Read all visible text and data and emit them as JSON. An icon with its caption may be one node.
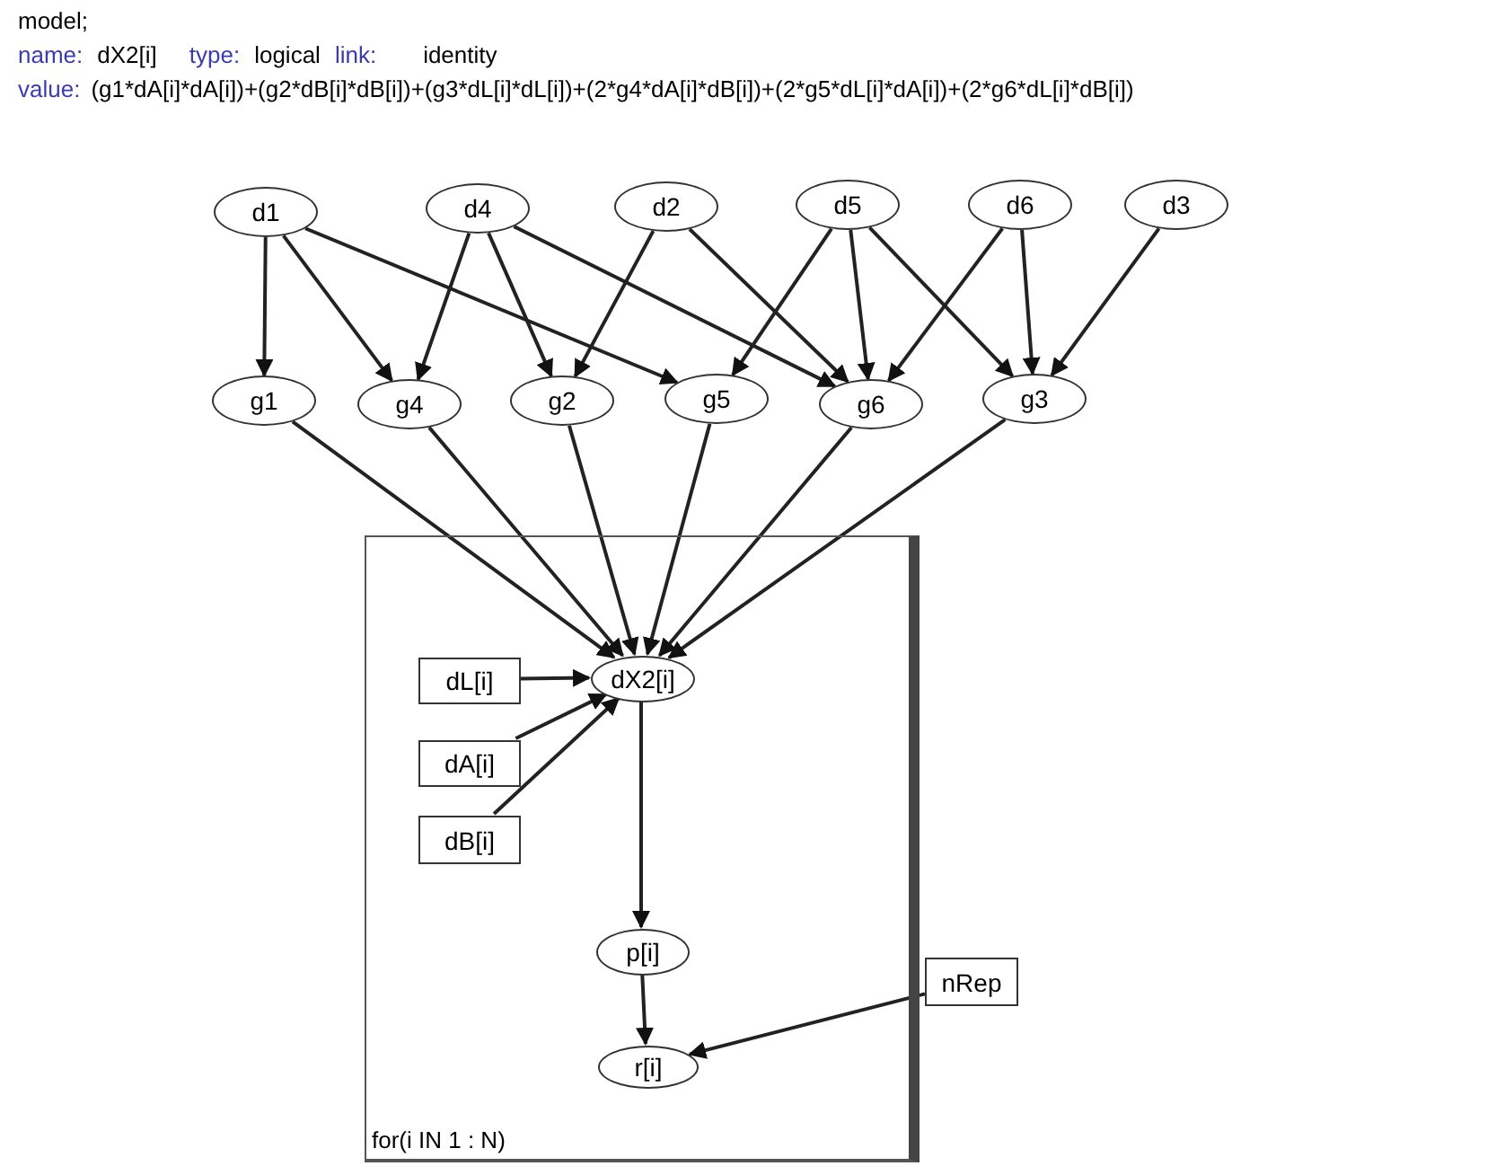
{
  "diagram": {
    "nodes": [
      {
        "text": [
          "d1"
        ]
      },
      {
        "text": [
          "d4"
        ]
      },
      {
        "text": [
          "d2"
        ]
      },
      {
        "text": [
          "d5"
        ]
      },
      {
        "text": [
          "d6"
        ]
      },
      {
        "text": [
          "d3"
        ]
      },
      {
        "text": [
          "g1"
        ]
      },
      {
        "text": [
          "g4"
        ]
      },
      {
        "text": [
          "g2"
        ]
      },
      {
        "text": [
          "g5"
        ]
      },
      {
        "text": [
          "g6"
        ]
      },
      {
        "text": [
          "g3"
        ]
      },
      {
        "text": [
          "for(i IN 1 : N)"
        ]
      },
      {
        "text": [
          "dX2[i]"
        ],
        "in": 12
      },
      {
        "text": [
          "dL[i]"
        ],
        "in": 12
      },
      {
        "text": [
          "dA[i]"
        ],
        "in": 12
      },
      {
        "text": [
          "dB[i]"
        ],
        "in": 12
      },
      {
        "text": [
          "p[i]"
        ],
        "in": 12
      },
      {
        "text": [
          "r[i]"
        ],
        "in": 12
      },
      {
        "text": [
          "nRep"
        ]
      }
    ],
    "edges": [
      {
        "from": 0,
        "to": 6,
        "arrow": "to"
      },
      {
        "from": 0,
        "to": 7,
        "arrow": "to"
      },
      {
        "from": 0,
        "to": 9,
        "arrow": "to"
      },
      {
        "from": 1,
        "to": 7,
        "arrow": "to"
      },
      {
        "from": 1,
        "to": 8,
        "arrow": "to"
      },
      {
        "from": 1,
        "to": 10,
        "arrow": "to"
      },
      {
        "from": 2,
        "to": 8,
        "arrow": "to"
      },
      {
        "from": 2,
        "to": 10,
        "arrow": "to"
      },
      {
        "from": 3,
        "to": 9,
        "arrow": "to"
      },
      {
        "from": 3,
        "to": 10,
        "arrow": "to"
      },
      {
        "from": 3,
        "to": 11,
        "arrow": "to"
      },
      {
        "from": 4,
        "to": 10,
        "arrow": "to"
      },
      {
        "from": 4,
        "to": 11,
        "arrow": "to"
      },
      {
        "from": 5,
        "to": 11,
        "arrow": "to"
      },
      {
        "from": 6,
        "to": 13,
        "arrow": "to"
      },
      {
        "from": 7,
        "to": 13,
        "arrow": "to"
      },
      {
        "from": 8,
        "to": 13,
        "arrow": "to"
      },
      {
        "from": 9,
        "to": 13,
        "arrow": "to"
      },
      {
        "from": 10,
        "to": 13,
        "arrow": "to"
      },
      {
        "from": 11,
        "to": 13,
        "arrow": "to"
      },
      {
        "from": 14,
        "to": 13,
        "arrow": "to"
      },
      {
        "from": 15,
        "to": 13,
        "arrow": "to"
      },
      {
        "from": 16,
        "to": 13,
        "arrow": "to"
      },
      {
        "from": 13,
        "to": 17,
        "arrow": "to"
      },
      {
        "from": 17,
        "to": 18,
        "arrow": "to"
      },
      {
        "from": 19,
        "to": 18,
        "arrow": "to"
      }
    ],
    "labels": [
      "model;",
      "name:",
      "dX2[i]",
      "type:",
      "logical",
      "link:",
      "identity",
      "value:",
      "(g1*dA[i]*dA[i])+(g2*dB[i]*dB[i])+(g3*dL[i]*dL[i])+(2*g4*dA[i]*dB[i])+(2*g5*dL[i]*dA[i])+(2*g6*dL[i]*dB[i])"
    ]
  }
}
